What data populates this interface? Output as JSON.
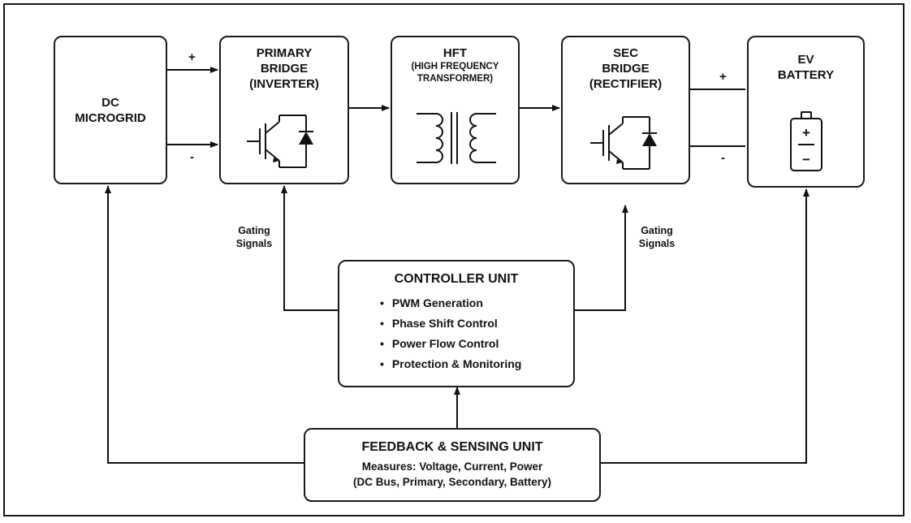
{
  "blocks": {
    "dc_microgrid": {
      "lines": [
        "DC",
        "MICROGRID"
      ]
    },
    "primary_bridge": {
      "lines": [
        "PRIMARY",
        "BRIDGE",
        "(INVERTER)"
      ]
    },
    "hft": {
      "title": "HFT",
      "sub_lines": [
        "(HIGH FREQUENCY",
        "TRANSFORMER)"
      ]
    },
    "sec_bridge": {
      "lines": [
        "SEC",
        "BRIDGE",
        "(RECTIFIER)"
      ]
    },
    "ev_battery": {
      "lines": [
        "EV",
        "BATTERY"
      ]
    },
    "controller": {
      "title": "CONTROLLER UNIT",
      "items": [
        "PWM Generation",
        "Phase Shift Control",
        "Power Flow Control",
        "Protection & Monitoring"
      ]
    },
    "feedback": {
      "title": "FEEDBACK & SENSING UNIT",
      "line1": "Measures:  Voltage, Current, Power",
      "line2": "(DC Bus, Primary, Secondary, Battery)"
    }
  },
  "labels": {
    "gating_left": [
      "Gating",
      "Signals"
    ],
    "gating_right": [
      "Gating",
      "Signals"
    ],
    "plus": "+",
    "minus": "-"
  },
  "battery_symbol": {
    "plus": "+",
    "minus": "−"
  }
}
